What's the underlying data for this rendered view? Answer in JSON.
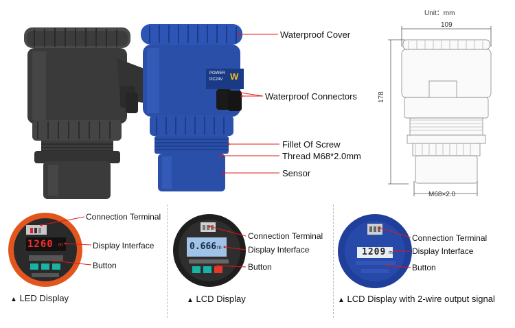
{
  "top_labels": {
    "waterproof_cover": "Waterproof Cover",
    "waterproof_connectors": "Waterproof Connectors",
    "fillet_of_screw": "Fillet Of Screw",
    "thread": "Thread M68*2.0mm",
    "sensor": "Sensor"
  },
  "device_plate": {
    "power": "POWER",
    "voltage": "DC24V",
    "mark": "W"
  },
  "dimensions": {
    "unit": "Unit：mm",
    "width": "109",
    "height": "178",
    "thread": "M68×2.0"
  },
  "panels": [
    {
      "connection_terminal": "Connection Terminal",
      "display_interface": "Display Interface",
      "button": "Button",
      "caption": "LED Display",
      "reading": "1260",
      "unit": "m"
    },
    {
      "connection_terminal": "Connection Terminal",
      "display_interface": "Display Interface",
      "button": "Button",
      "caption": "LCD Display",
      "reading": "0.666",
      "unit": "m"
    },
    {
      "connection_terminal": "Connection Terminal",
      "display_interface": "Display Interface",
      "button": "Button",
      "caption": "LCD Display with 2-wire output signal",
      "reading": "1209",
      "unit": "m"
    }
  ],
  "caption_marker": "▲",
  "colors": {
    "label_line": "#e01818",
    "blue_body": "#2a4fa8",
    "black_body": "#3a3a3a",
    "orange_ring": "#e2561e",
    "led_red": "#ff2b2b",
    "lcd_blue": "#9fc4e8"
  }
}
